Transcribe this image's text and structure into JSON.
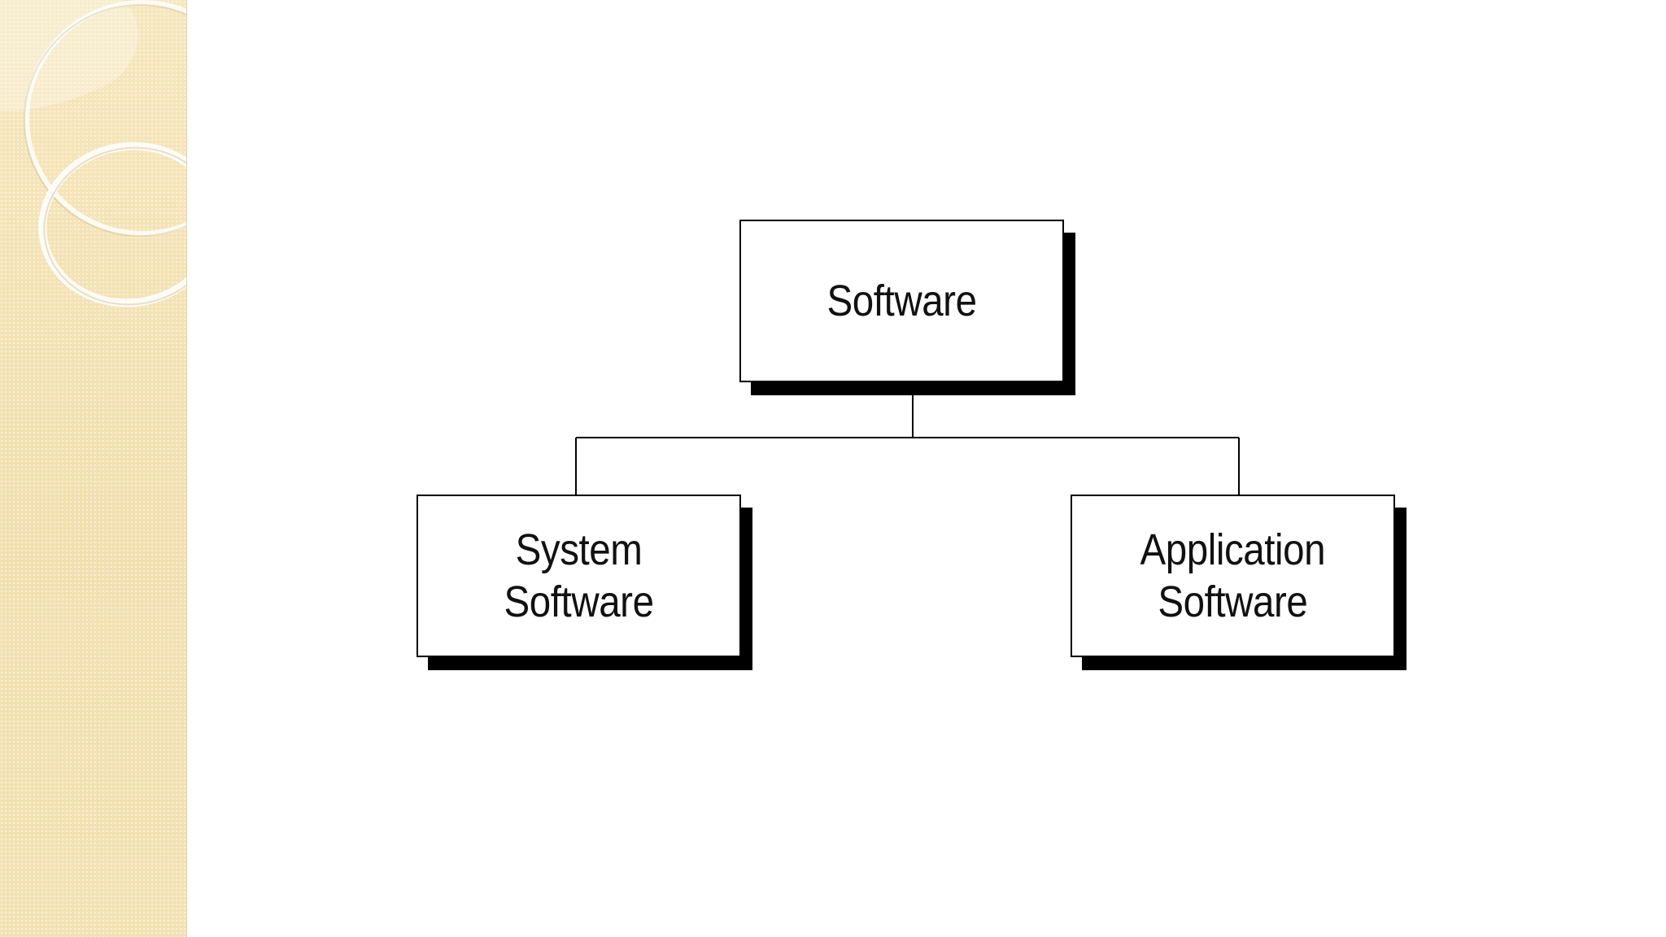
{
  "slide": {
    "side_panel_color": "#f3e2b4",
    "background_color": "#ffffff"
  },
  "diagram": {
    "root": {
      "label": "Software"
    },
    "children": [
      {
        "line1": "System",
        "line2": "Software"
      },
      {
        "line1": "Application",
        "line2": "Software"
      }
    ]
  }
}
